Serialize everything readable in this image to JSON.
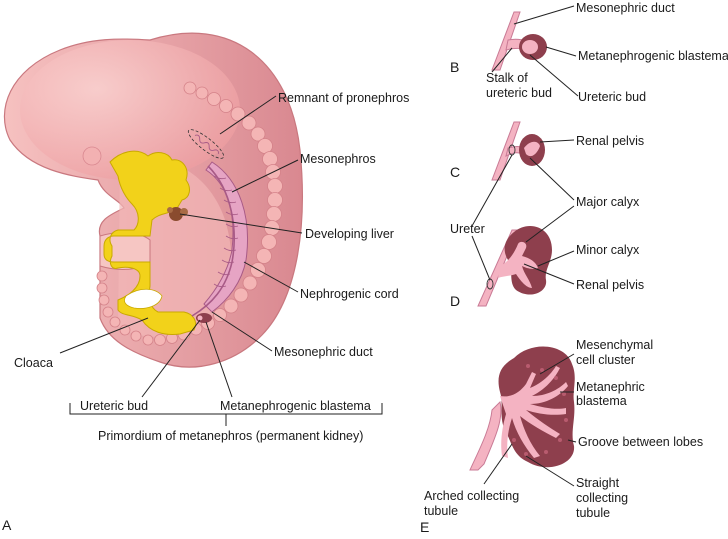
{
  "figure": {
    "colors": {
      "embryo_light": "#f7c3c3",
      "embryo_mid": "#ec9c9e",
      "embryo_dark": "#cf7b83",
      "gut_yellow": "#f2d21a",
      "kidney_dark": "#8e3f4d",
      "kidney_light": "#f4b3c2",
      "liver": "#8a4b2e",
      "line": "#222222"
    },
    "panels": {
      "a": "A",
      "b": "B",
      "c": "C",
      "d": "D",
      "e": "E"
    },
    "labels_a": {
      "remnant_pronephros": "Remnant of pronephros",
      "mesonephros": "Mesonephros",
      "developing_liver": "Developing liver",
      "nephrogenic_cord": "Nephrogenic cord",
      "mesonephric_duct": "Mesonephric duct",
      "cloaca": "Cloaca",
      "ureteric_bud": "Ureteric bud",
      "metanephrogenic_blastema": "Metanephrogenic blastema",
      "primordium": "Primordium of metanephros (permanent kidney)"
    },
    "labels_b": {
      "mesonephric_duct": "Mesonephric duct",
      "metanephrogenic_blastema": "Metanephrogenic blastema",
      "stalk_1": "Stalk of",
      "stalk_2": "ureteric bud",
      "ureteric_bud": "Ureteric bud"
    },
    "labels_cd": {
      "renal_pelvis_c": "Renal pelvis",
      "major_calyx": "Major calyx",
      "ureter": "Ureter",
      "minor_calyx": "Minor calyx",
      "renal_pelvis_d": "Renal pelvis"
    },
    "labels_e": {
      "mesenchymal_1": "Mesenchymal",
      "mesenchymal_2": "cell cluster",
      "metanephric_1": "Metanephric",
      "metanephric_2": "blastema",
      "groove": "Groove between lobes",
      "arched_1": "Arched collecting",
      "arched_2": "tubule",
      "straight_1": "Straight",
      "straight_2": "collecting",
      "straight_3": "tubule"
    }
  }
}
